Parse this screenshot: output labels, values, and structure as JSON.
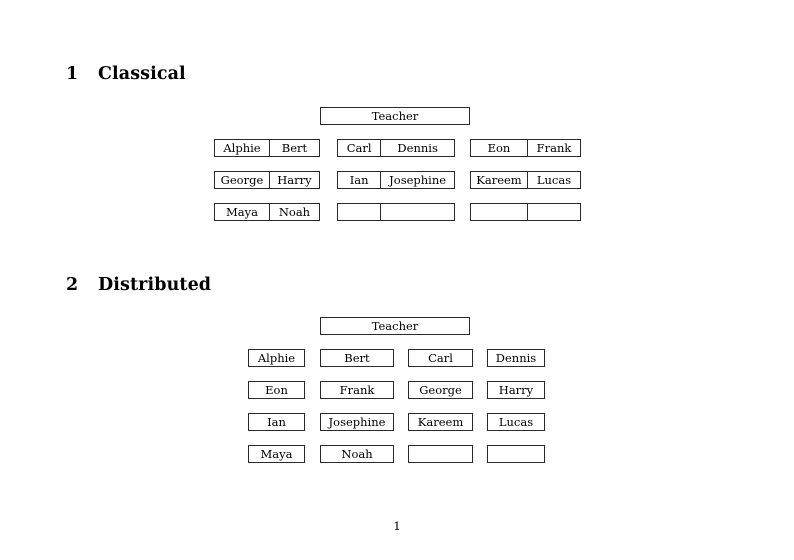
{
  "document": {
    "page_number": "1"
  },
  "sections": [
    {
      "number": "1",
      "title": "Classical",
      "teacher_label": "Teacher",
      "layout": "paired",
      "rows": [
        [
          {
            "left": "Alphie",
            "right": "Bert"
          },
          {
            "left": "Carl",
            "right": "Dennis"
          },
          {
            "left": "Eon",
            "right": "Frank"
          }
        ],
        [
          {
            "left": "George",
            "right": "Harry"
          },
          {
            "left": "Ian",
            "right": "Josephine"
          },
          {
            "left": "Kareem",
            "right": "Lucas"
          }
        ],
        [
          {
            "left": "Maya",
            "right": "Noah"
          },
          {
            "left": "",
            "right": ""
          },
          {
            "left": "",
            "right": ""
          }
        ]
      ]
    },
    {
      "number": "2",
      "title": "Distributed",
      "teacher_label": "Teacher",
      "layout": "single",
      "rows": [
        [
          "Alphie",
          "Bert",
          "Carl",
          "Dennis"
        ],
        [
          "Eon",
          "Frank",
          "George",
          "Harry"
        ],
        [
          "Ian",
          "Josephine",
          "Kareem",
          "Lucas"
        ],
        [
          "Maya",
          "Noah",
          "",
          ""
        ]
      ]
    }
  ]
}
